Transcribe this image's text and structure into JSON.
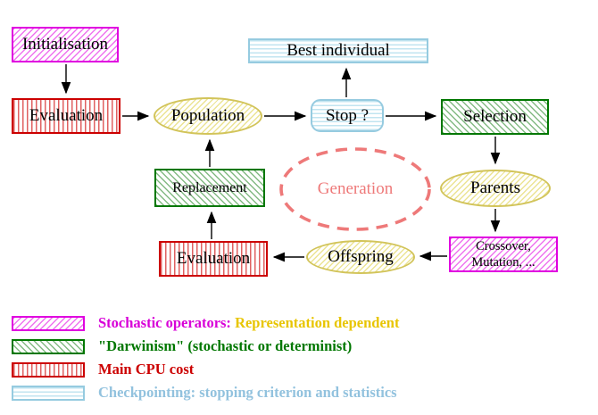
{
  "nodes": {
    "initialisation": {
      "label": "Initialisation"
    },
    "evaluation_top": {
      "label": "Evaluation"
    },
    "population": {
      "label": "Population"
    },
    "best_individual": {
      "label": "Best individual"
    },
    "stop": {
      "label": "Stop ?"
    },
    "selection": {
      "label": "Selection"
    },
    "replacement": {
      "label": "Replacement"
    },
    "generation": {
      "label": "Generation"
    },
    "parents": {
      "label": "Parents"
    },
    "evaluation_bottom": {
      "label": "Evaluation"
    },
    "offspring": {
      "label": "Offspring"
    },
    "crossover": {
      "label_line1": "Crossover,",
      "label_line2": "Mutation, ..."
    }
  },
  "legend": {
    "rows": [
      {
        "label": "Stochastic operators:",
        "label2": "Representation dependent"
      },
      {
        "label": "\"Darwinism\" (stochastic or determinist)"
      },
      {
        "label": "Main CPU cost"
      },
      {
        "label": "Checkpointing: stopping criterion and statistics"
      }
    ]
  },
  "colors": {
    "magenta": "#e000e0",
    "red": "#cc0000",
    "green": "#007700",
    "yellow_border": "#d2c45a",
    "cyan_border": "#96cbe0",
    "salmon": "#ee7979",
    "gold_text": "#e8c500",
    "blue_text": "#92c2de",
    "arrow": "#000000"
  }
}
